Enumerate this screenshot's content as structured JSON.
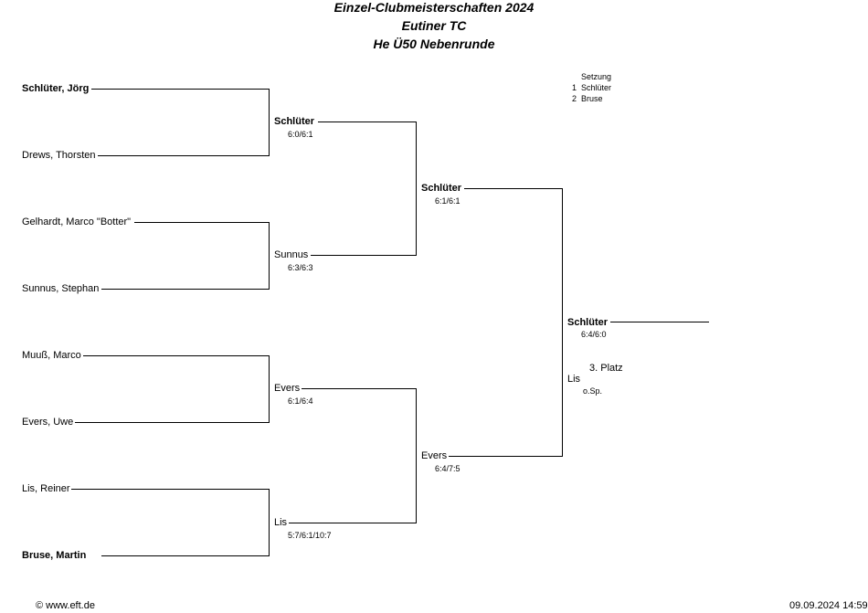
{
  "title": {
    "line1": "Einzel-Clubmeisterschaften 2024",
    "line2": "Eutiner TC",
    "line3": "He Ü50 Nebenrunde"
  },
  "seeding": {
    "header": "Setzung",
    "entries": [
      {
        "num": "1",
        "name": "Schlüter"
      },
      {
        "num": "2",
        "name": "Bruse"
      }
    ]
  },
  "round1": [
    "Schlüter, Jörg",
    "Drews, Thorsten",
    "Gelhardt, Marco \"Botter\"",
    "Sunnus, Stephan",
    "Muuß, Marco",
    "Evers, Uwe",
    "Lis, Reiner",
    "Bruse, Martin"
  ],
  "round2": [
    {
      "name": "Schlüter",
      "score": "6:0/6:1"
    },
    {
      "name": "Sunnus",
      "score": "6:3/6:3"
    },
    {
      "name": "Evers",
      "score": "6:1/6:4"
    },
    {
      "name": "Lis",
      "score": "5:7/6:1/10:7"
    }
  ],
  "semis": [
    {
      "name": "Schlüter",
      "score": "6:1/6:1"
    },
    {
      "name": "Evers",
      "score": "6:4/7:5"
    }
  ],
  "final": {
    "name": "Schlüter",
    "score": "6:4/6:0"
  },
  "third_place": {
    "label": "3. Platz",
    "name": "Lis",
    "note": "o.Sp."
  },
  "footer": {
    "copyright": "© www.eft.de",
    "timestamp": "09.09.2024 14:59"
  }
}
